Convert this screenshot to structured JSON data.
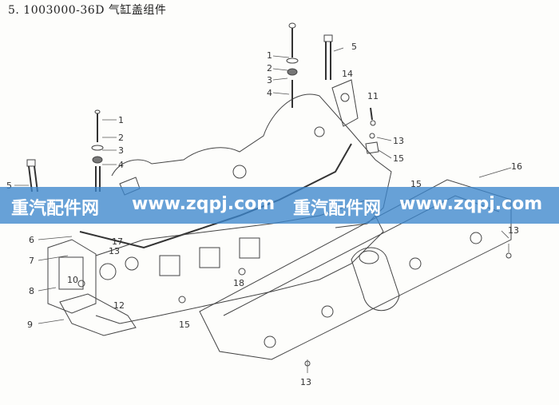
{
  "title": "5. 1003000-36D 气缸盖组件",
  "watermark": {
    "segments": [
      "重汽配件网",
      "www.zqpj.com",
      "重汽配件网",
      "www.zqpj.com"
    ],
    "color": "#3c87cd"
  },
  "callouts": [
    {
      "id": "c1a",
      "label": "1"
    },
    {
      "id": "c2a",
      "label": "2"
    },
    {
      "id": "c3a",
      "label": "3"
    },
    {
      "id": "c4a",
      "label": "4"
    },
    {
      "id": "c5a",
      "label": "5"
    },
    {
      "id": "c14",
      "label": "14"
    },
    {
      "id": "c11",
      "label": "11"
    },
    {
      "id": "c13a",
      "label": "13"
    },
    {
      "id": "c15a",
      "label": "15"
    },
    {
      "id": "c1b",
      "label": "1"
    },
    {
      "id": "c2b",
      "label": "2"
    },
    {
      "id": "c3b",
      "label": "3"
    },
    {
      "id": "c4b",
      "label": "4"
    },
    {
      "id": "c5b",
      "label": "5"
    },
    {
      "id": "c16",
      "label": "16"
    },
    {
      "id": "c15b",
      "label": "15"
    },
    {
      "id": "c13b",
      "label": "13"
    },
    {
      "id": "c6",
      "label": "6"
    },
    {
      "id": "c17",
      "label": "17"
    },
    {
      "id": "c7",
      "label": "7"
    },
    {
      "id": "c13c",
      "label": "13"
    },
    {
      "id": "c10",
      "label": "10"
    },
    {
      "id": "c18",
      "label": "18"
    },
    {
      "id": "c8",
      "label": "8"
    },
    {
      "id": "c12",
      "label": "12"
    },
    {
      "id": "c9",
      "label": "9"
    },
    {
      "id": "c15c",
      "label": "15"
    },
    {
      "id": "c13d",
      "label": "13"
    }
  ]
}
